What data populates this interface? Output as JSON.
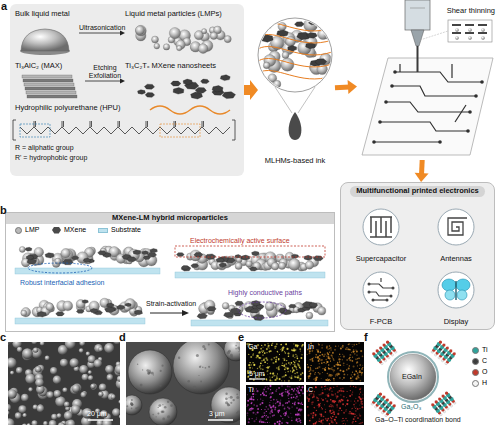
{
  "diagram": {
    "nodes": [
      {
        "text": [
          "Bulk liquid metal"
        ]
      },
      {
        "text": [
          "Liquid metal particles (LMPs)"
        ]
      },
      {
        "text": [
          "Ti₃AlC₂ (MAX)"
        ]
      },
      {
        "text": [
          "Ti₃C₂Tₓ MXene nanosheets"
        ]
      },
      {
        "text": [
          "Hydrophilic polyurethane (HPU)"
        ]
      },
      {
        "text": [
          "MLHMs-based ink"
        ]
      },
      {
        "text": [
          "Shear thinning"
        ]
      },
      {
        "text": [
          "Multifunctional printed electronics"
        ]
      },
      {
        "text": [
          "Supercapacitor"
        ],
        "in": 7
      },
      {
        "text": [
          "Antennas"
        ],
        "in": 7
      },
      {
        "text": [
          "F-PCB"
        ],
        "in": 7
      },
      {
        "text": [
          "Display"
        ],
        "in": 7
      },
      {
        "text": [
          "MXene-LM hybrid microparticles"
        ]
      }
    ],
    "edges": [
      {
        "from": 0,
        "to": 1,
        "label": "Ultrasonication",
        "arrow": "to"
      },
      {
        "from": 2,
        "to": 3,
        "label": "Etching Exfoliation",
        "arrow": "to"
      },
      {
        "from": 5,
        "to": 6,
        "arrow": "to"
      },
      {
        "from": 6,
        "to": 7,
        "arrow": "to"
      }
    ],
    "labels": [
      "a",
      "R = aliphatic group",
      "R' = hydrophobic group",
      "b",
      "Robust interfacial adhesion",
      "Electrochemically active surface",
      "Strain-activation",
      "Highly conductive paths",
      "c",
      "20 μm",
      "d",
      "3 μm",
      "e",
      "Ga",
      "In",
      "5 μm",
      "Ti",
      "C",
      "f",
      "EGaIn",
      "Ga₂O₃",
      "Ga–O–Ti coordination bond"
    ],
    "legend": [
      {
        "text": "LMP",
        "color": "#b9b9b9"
      },
      {
        "text": "MXene",
        "color": "#4a4a4a"
      },
      {
        "text": "Substrate",
        "color": "#bfe3ef"
      },
      {
        "text": "Ti",
        "color": "#2fa39b"
      },
      {
        "text": "C",
        "color": "#3d3d3d"
      },
      {
        "text": "O",
        "color": "#c0392b"
      },
      {
        "text": "H",
        "color": "#f4f4f4"
      }
    ]
  }
}
